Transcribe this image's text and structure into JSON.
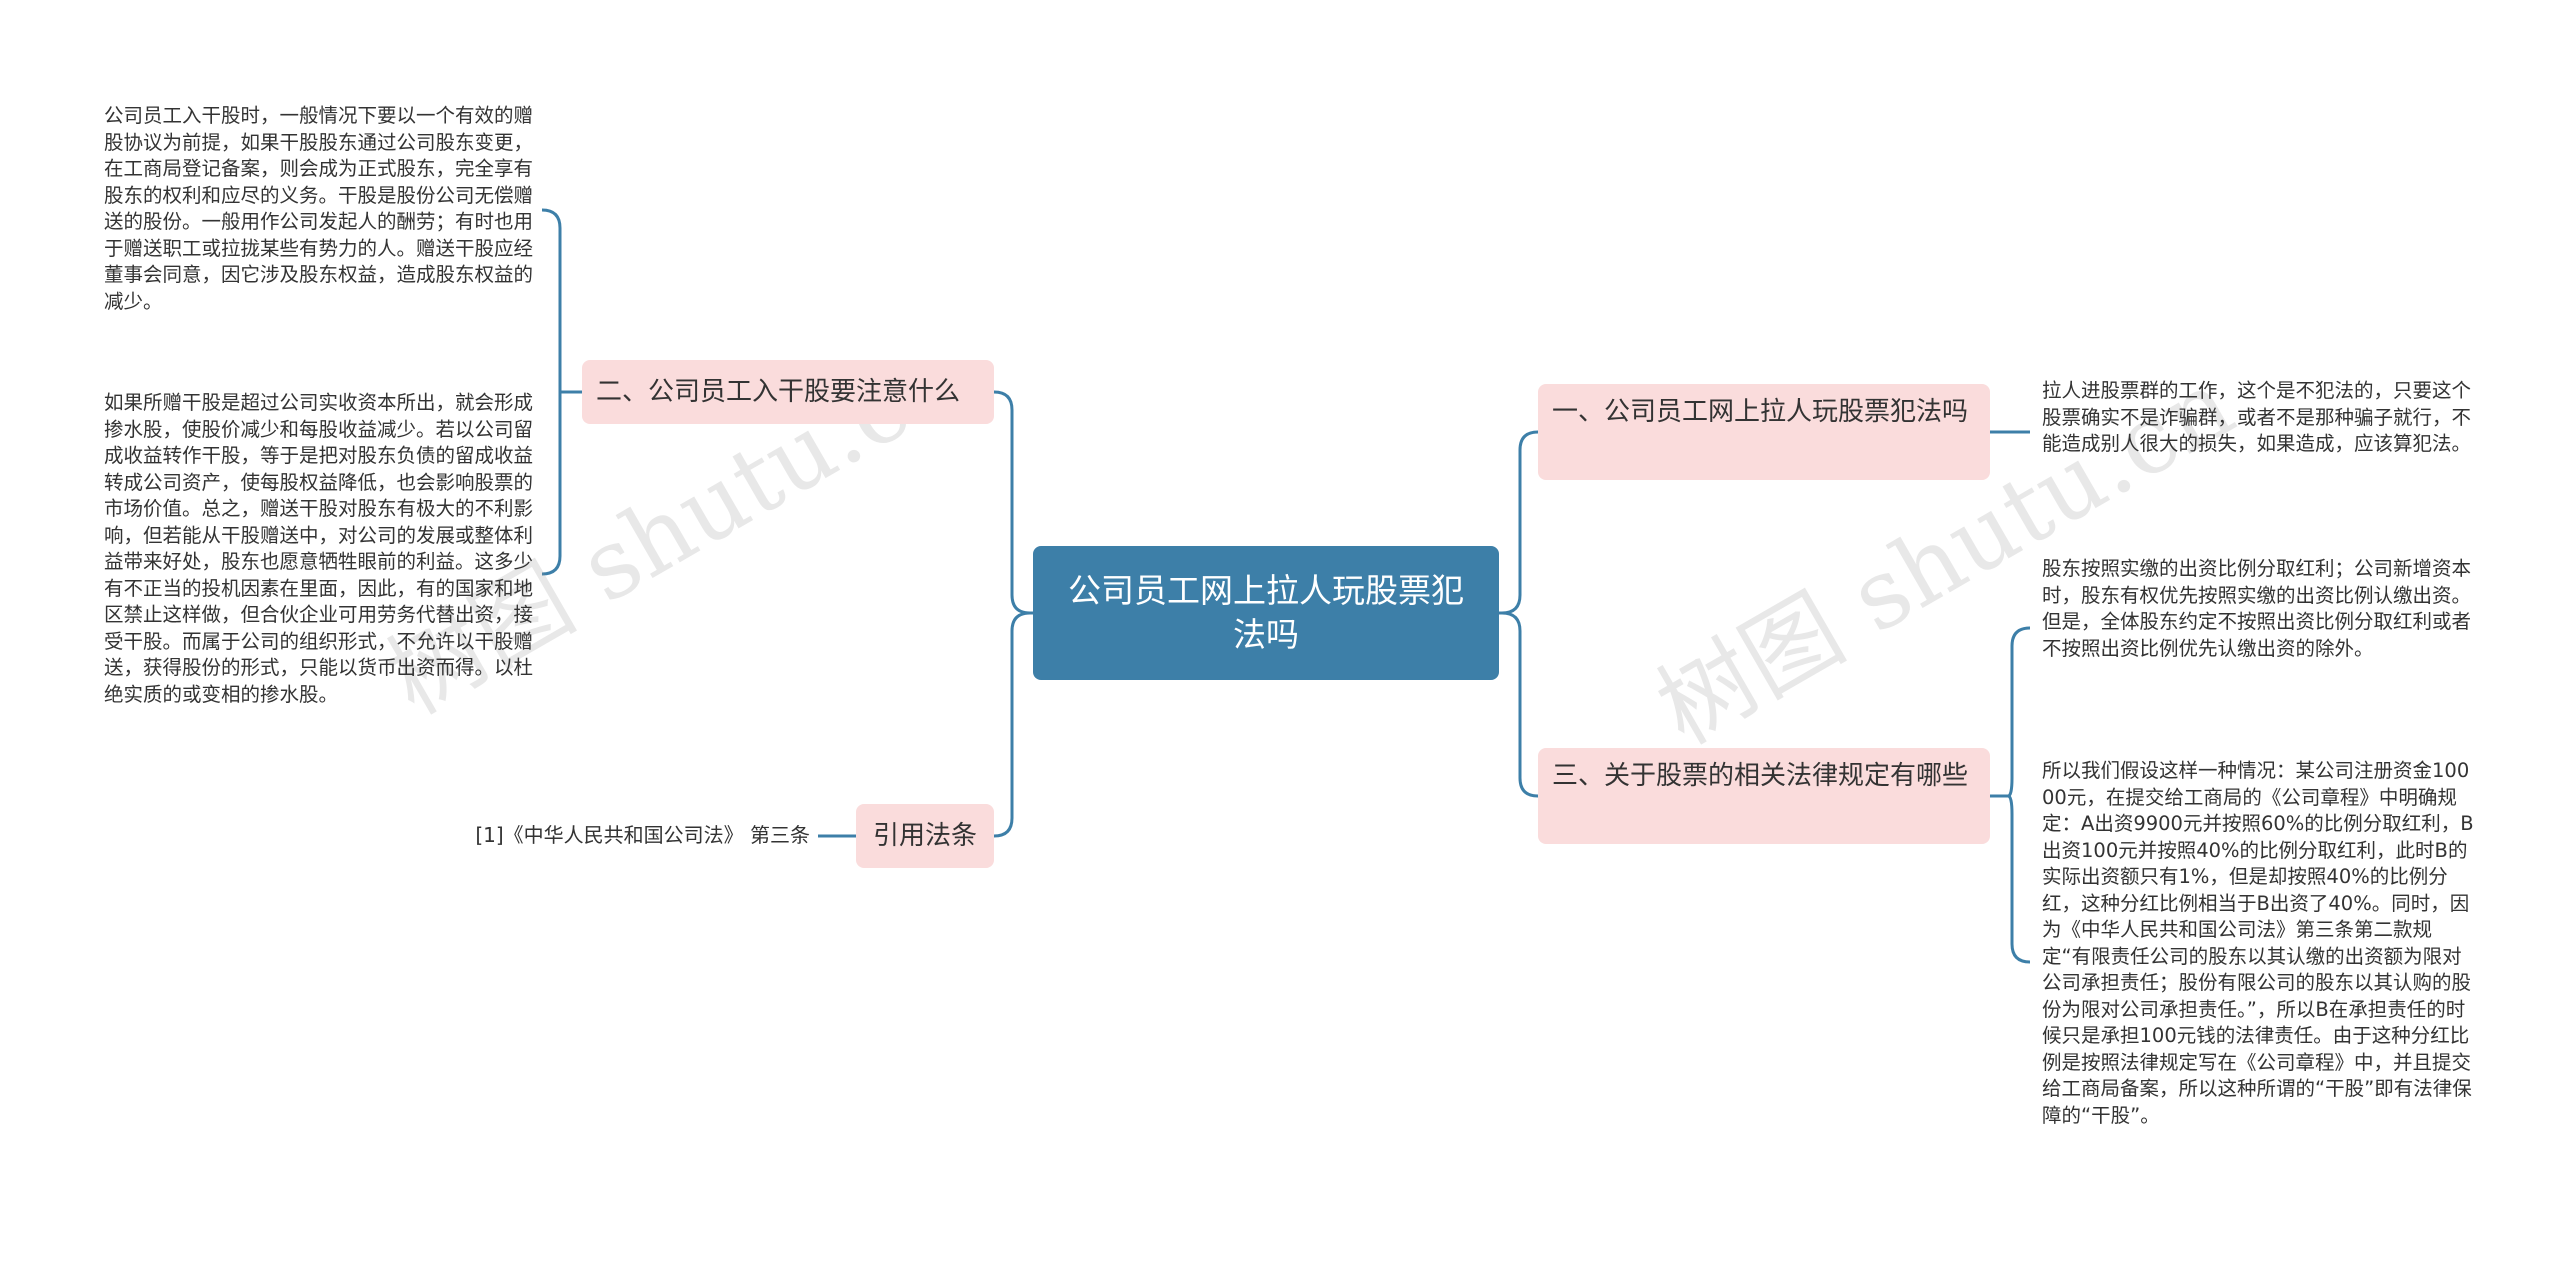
{
  "colors": {
    "root_bg": "#3d7fa8",
    "topic_bg": "#fadcdc",
    "connector": "#3d7fa8",
    "text": "#333333"
  },
  "root": {
    "label": "公司员工网上拉人玩股票犯法吗"
  },
  "left": {
    "topic_2": {
      "label": "二、公司员工入干股要注意什么",
      "details": [
        "公司员工入干股时，一般情况下要以一个有效的赠股协议为前提，如果干股股东通过公司股东变更，在工商局登记备案，则会成为正式股东，完全享有股东的权利和应尽的义务。干股是股份公司无偿赠送的股份。一般用作公司发起人的酬劳；有时也用于赠送职工或拉拢某些有势力的人。赠送干股应经董事会同意，因它涉及股东权益，造成股东权益的减少。",
        "如果所赠干股是超过公司实收资本所出，就会形成掺水股，使股价减少和每股收益减少。若以公司留成收益转作干股，等于是把对股东负债的留成收益转成公司资产，使每股权益降低，也会影响股票的市场价值。总之，赠送干股对股东有极大的不利影响，但若能从干股赠送中，对公司的发展或整体利益带来好处，股东也愿意牺牲眼前的利益。这多少有不正当的投机因素在里面，因此，有的国家和地区禁止这样做，但合伙企业可用劳务代替出资，接受干股。而属于公司的组织形式，不允许以干股赠送，获得股份的形式，只能以货币出资而得。以杜绝实质的或变相的掺水股。"
      ]
    },
    "citation": {
      "label": "引用法条",
      "details": [
        "[1]《中华人民共和国公司法》 第三条"
      ]
    }
  },
  "right": {
    "topic_1": {
      "label": "一、公司员工网上拉人玩股票犯法吗",
      "details": [
        "拉人进股票群的工作，这个是不犯法的，只要这个股票确实不是诈骗群，或者不是那种骗子就行，不能造成别人很大的损失，如果造成，应该算犯法。"
      ]
    },
    "topic_3": {
      "label": "三、关于股票的相关法律规定有哪些",
      "details": [
        "股东按照实缴的出资比例分取红利；公司新增资本时，股东有权优先按照实缴的出资比例认缴出资。但是，全体股东约定不按照出资比例分取红利或者不按照出资比例优先认缴出资的除外。",
        "所以我们假设这样一种情况：某公司注册资金10000元，在提交给工商局的《公司章程》中明确规定：A出资9900元并按照60%的比例分取红利，B出资100元并按照40%的比例分取红利，此时B的实际出资额只有1%，但是却按照40%的比例分红，这种分红比例相当于B出资了40%。同时，因为《中华人民共和国公司法》第三条第二款规定“有限责任公司的股东以其认缴的出资额为限对公司承担责任；股份有限公司的股东以其认购的股份为限对公司承担责任。”，所以B在承担责任的时候只是承担100元钱的法律责任。由于这种分红比例是按照法律规定写在《公司章程》中，并且提交给工商局备案，所以这种所谓的“干股”即有法律保障的“干股”。"
      ]
    }
  },
  "watermarks": [
    "树图 shutu.cn",
    "树图 shutu.cn"
  ]
}
